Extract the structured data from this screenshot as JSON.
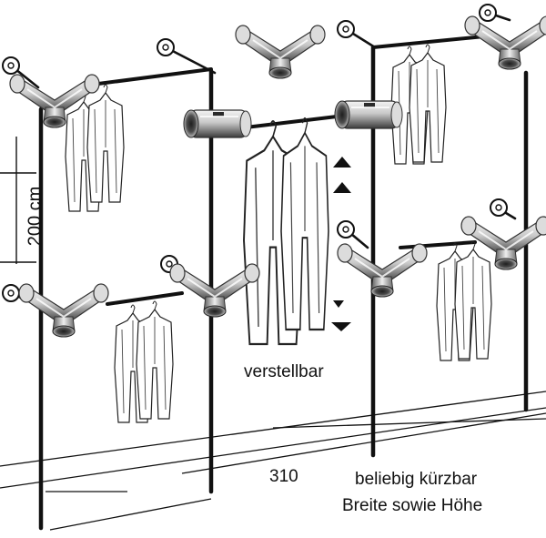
{
  "labels": {
    "height": "200 cm",
    "adjustable": "verstellbar",
    "width": "310",
    "note_line1": "beliebig kürzbar",
    "note_line2": "Breite sowie Höhe"
  },
  "colors": {
    "line": "#111111",
    "fitting_light": "#e6e6e6",
    "fitting_mid": "#a8a8a8",
    "fitting_dark": "#4a4a4a",
    "garment_fill": "#ffffff",
    "garment_stroke": "#222222"
  },
  "icons": [
    "elbow-fitting-icon",
    "tube-connector-icon",
    "wall-mount-icon",
    "up-arrow-icon",
    "down-arrow-icon"
  ]
}
